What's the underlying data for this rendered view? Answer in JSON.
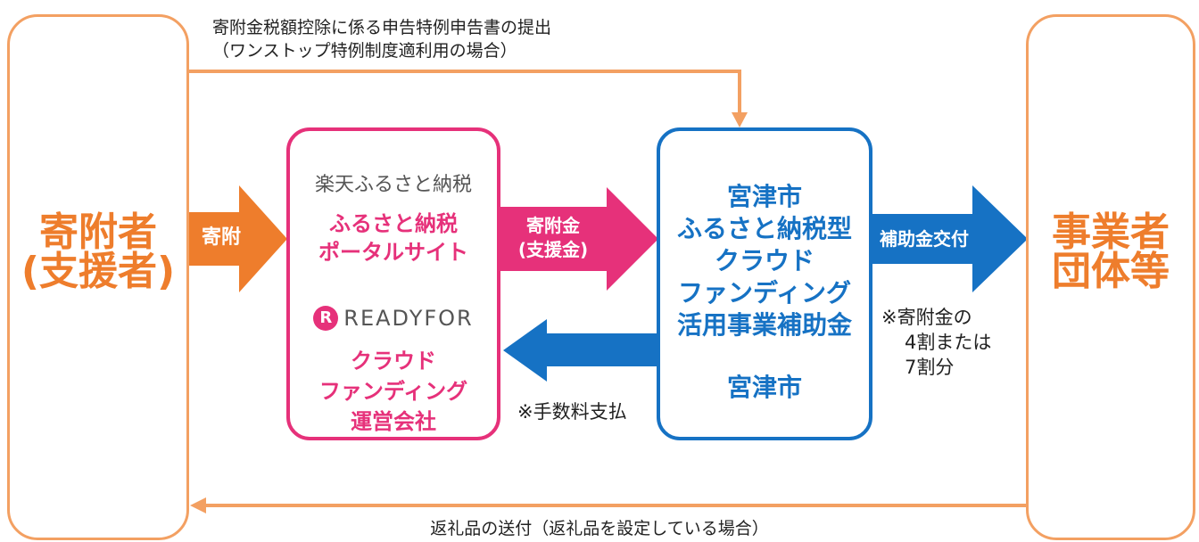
{
  "top_flow": {
    "line1": "寄附金税額控除に係る申告特例申告書の提出",
    "line2": "（ワンストップ特例制度適利用の場合）"
  },
  "donor": {
    "line1": "寄附者",
    "line2": "(支援者)"
  },
  "business": {
    "line1": "事業者",
    "line2": "団体等"
  },
  "arrows": {
    "donation": "寄附",
    "donation_funds": {
      "line1": "寄附金",
      "line2": "(支援金)"
    },
    "subsidy": "補助金交付"
  },
  "portal": {
    "rakuten_brand": "楽天ふるさと納税",
    "rakuten_line1": "ふるさと納税",
    "rakuten_line2": "ポータルサイト",
    "readyfor_brand": "READYFOR",
    "readyfor_line1": "クラウド",
    "readyfor_line2": "ファンディング",
    "readyfor_line3": "運営会社"
  },
  "city": {
    "line1": "宮津市",
    "line2": "ふるさと納税型",
    "line3": "クラウド",
    "line4": "ファンディング",
    "line5": "活用事業補助金",
    "footer": "宮津市"
  },
  "notes": {
    "fee": "※手数料支払",
    "subsidy_line1": "※寄附金の",
    "subsidy_line2": "4割または",
    "subsidy_line3": "7割分"
  },
  "bottom_flow": "返礼品の送付（返礼品を設定している場合）",
  "colors": {
    "orange": "#ee7d2c",
    "orange_light": "#f3a062",
    "pink": "#e6317a",
    "blue": "#1672c4"
  },
  "icons": [
    "readyfor-logo-icon"
  ]
}
